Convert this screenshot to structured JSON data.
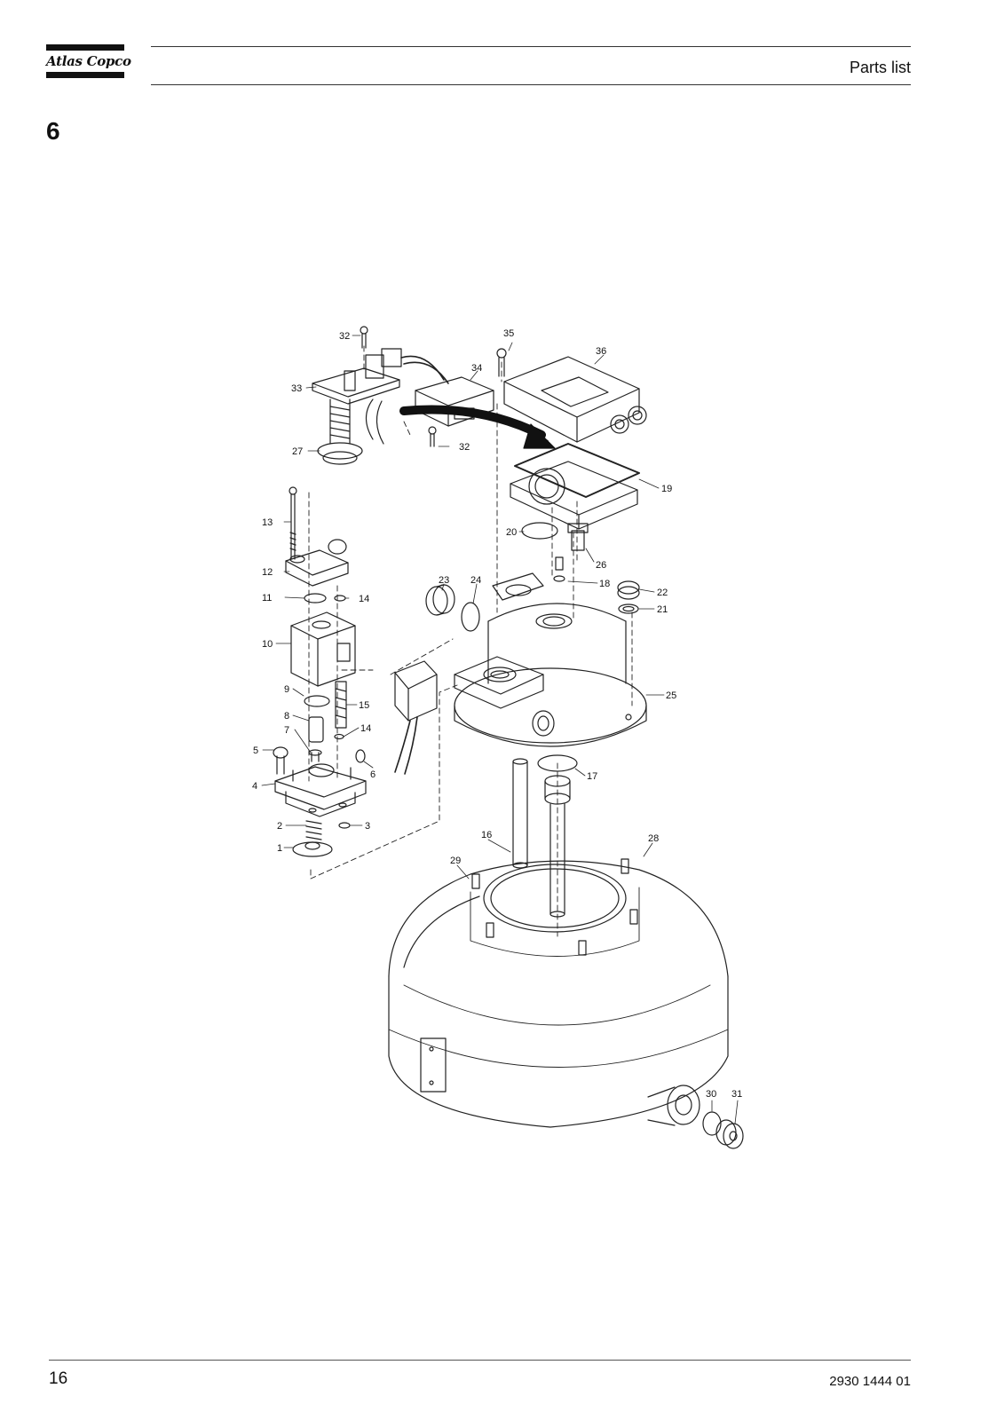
{
  "header": {
    "brand": "Atlas Copco",
    "section_title": "Parts list"
  },
  "section": {
    "number": "6"
  },
  "figure": {
    "callouts": [
      {
        "id": "32a",
        "label": "32"
      },
      {
        "id": "35",
        "label": "35"
      },
      {
        "id": "36",
        "label": "36"
      },
      {
        "id": "34",
        "label": "34"
      },
      {
        "id": "33",
        "label": "33"
      },
      {
        "id": "27",
        "label": "27"
      },
      {
        "id": "32b",
        "label": "32"
      },
      {
        "id": "19",
        "label": "19"
      },
      {
        "id": "13",
        "label": "13"
      },
      {
        "id": "20",
        "label": "20"
      },
      {
        "id": "26",
        "label": "26"
      },
      {
        "id": "12",
        "label": "12"
      },
      {
        "id": "18",
        "label": "18"
      },
      {
        "id": "23",
        "label": "23"
      },
      {
        "id": "24",
        "label": "24"
      },
      {
        "id": "11",
        "label": "11"
      },
      {
        "id": "14a",
        "label": "14"
      },
      {
        "id": "22",
        "label": "22"
      },
      {
        "id": "21",
        "label": "21"
      },
      {
        "id": "10",
        "label": "10"
      },
      {
        "id": "9",
        "label": "9"
      },
      {
        "id": "15",
        "label": "15"
      },
      {
        "id": "25",
        "label": "25"
      },
      {
        "id": "8",
        "label": "8"
      },
      {
        "id": "7",
        "label": "7"
      },
      {
        "id": "14b",
        "label": "14"
      },
      {
        "id": "5",
        "label": "5"
      },
      {
        "id": "6",
        "label": "6"
      },
      {
        "id": "17",
        "label": "17"
      },
      {
        "id": "4",
        "label": "4"
      },
      {
        "id": "2",
        "label": "2"
      },
      {
        "id": "3",
        "label": "3"
      },
      {
        "id": "1",
        "label": "1"
      },
      {
        "id": "16",
        "label": "16"
      },
      {
        "id": "28",
        "label": "28"
      },
      {
        "id": "29",
        "label": "29"
      },
      {
        "id": "30",
        "label": "30"
      },
      {
        "id": "31",
        "label": "31"
      }
    ]
  },
  "footer": {
    "page_number": "16",
    "doc_number": "2930 1444 01"
  }
}
